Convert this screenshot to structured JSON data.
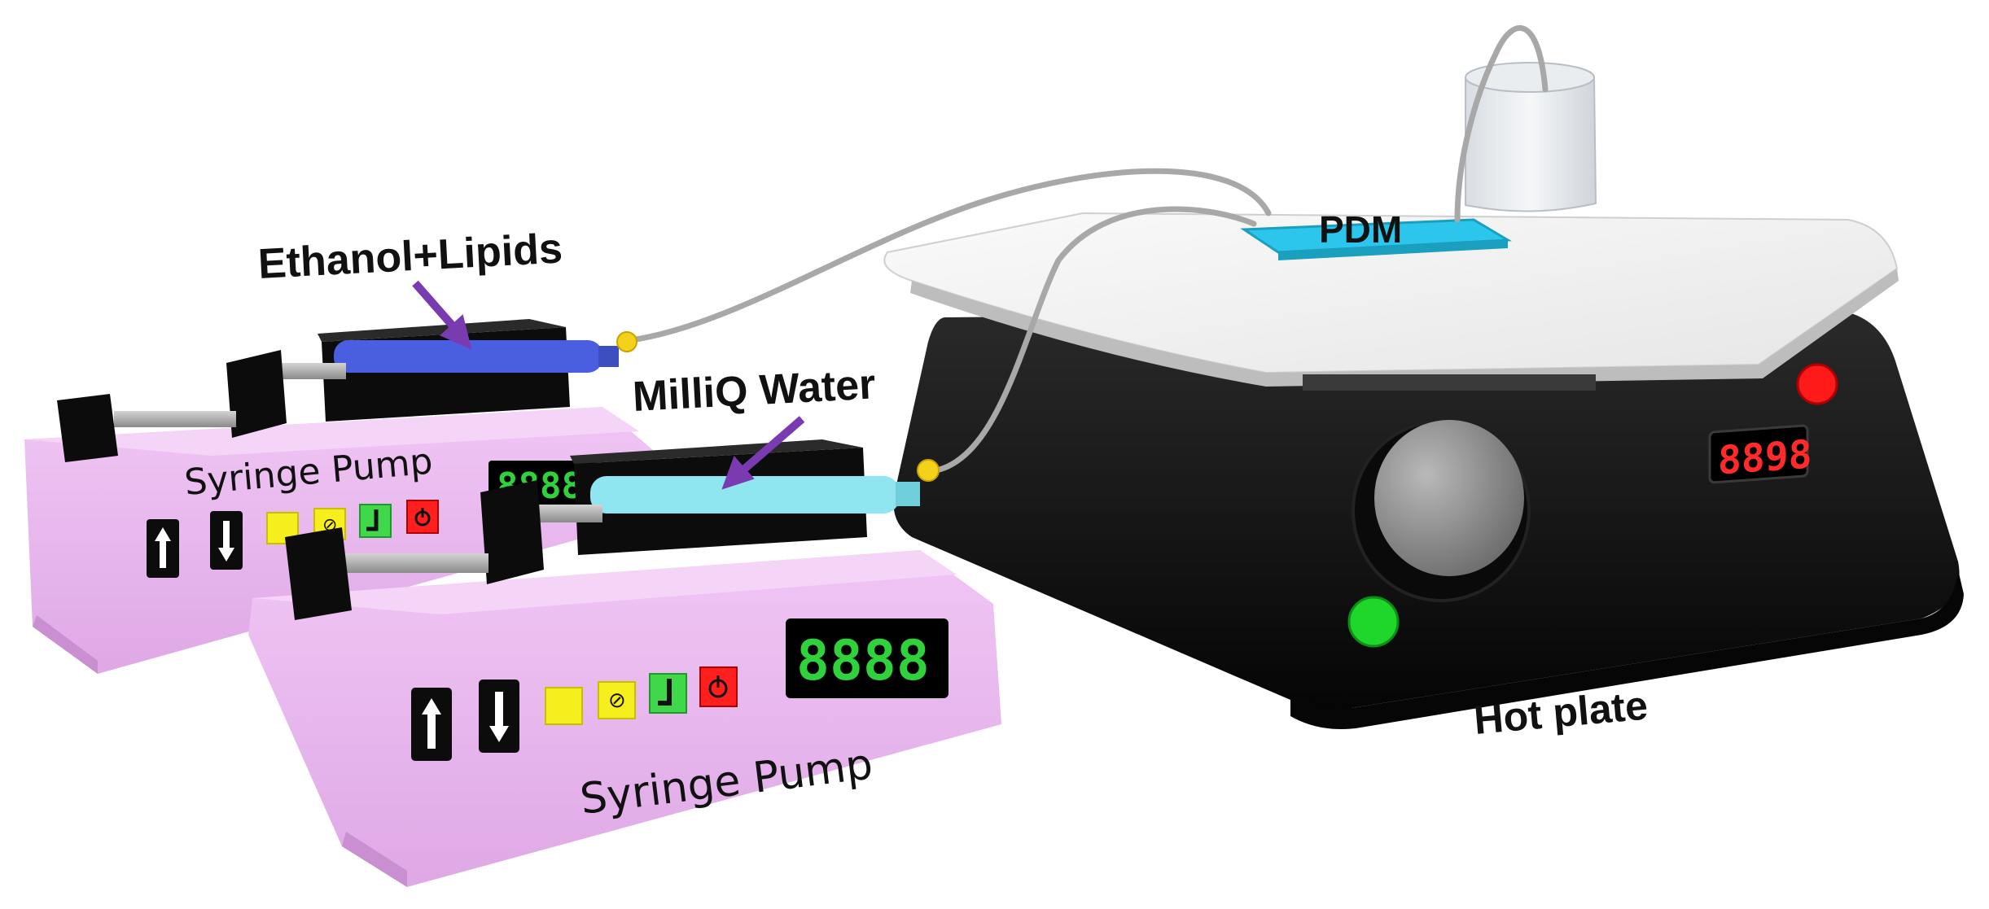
{
  "labels": {
    "ethanol_lipids": "Ethanol+Lipids",
    "milliq_water": "MilliQ Water",
    "pdm": "PDM",
    "hot_plate": "Hot plate"
  },
  "pump_back": {
    "label": "Syringe Pump",
    "display": "8888"
  },
  "pump_front": {
    "label": "Syringe Pump",
    "display": "8888"
  },
  "hot_plate_display": "8898",
  "button_symbols": {
    "stop": "⊘"
  },
  "colors": {
    "pump_body": "#e9b7ef",
    "syringe_ethanol": "#4a5fe0",
    "syringe_water": "#8fe6f0",
    "pdm_chip": "#2cc6ec",
    "arrow": "#7a3ab0",
    "hot_plate_body": "#111111",
    "hot_plate_top": "#f4f4f4",
    "display_green": "#2fd23a",
    "display_red": "#ff2020"
  }
}
